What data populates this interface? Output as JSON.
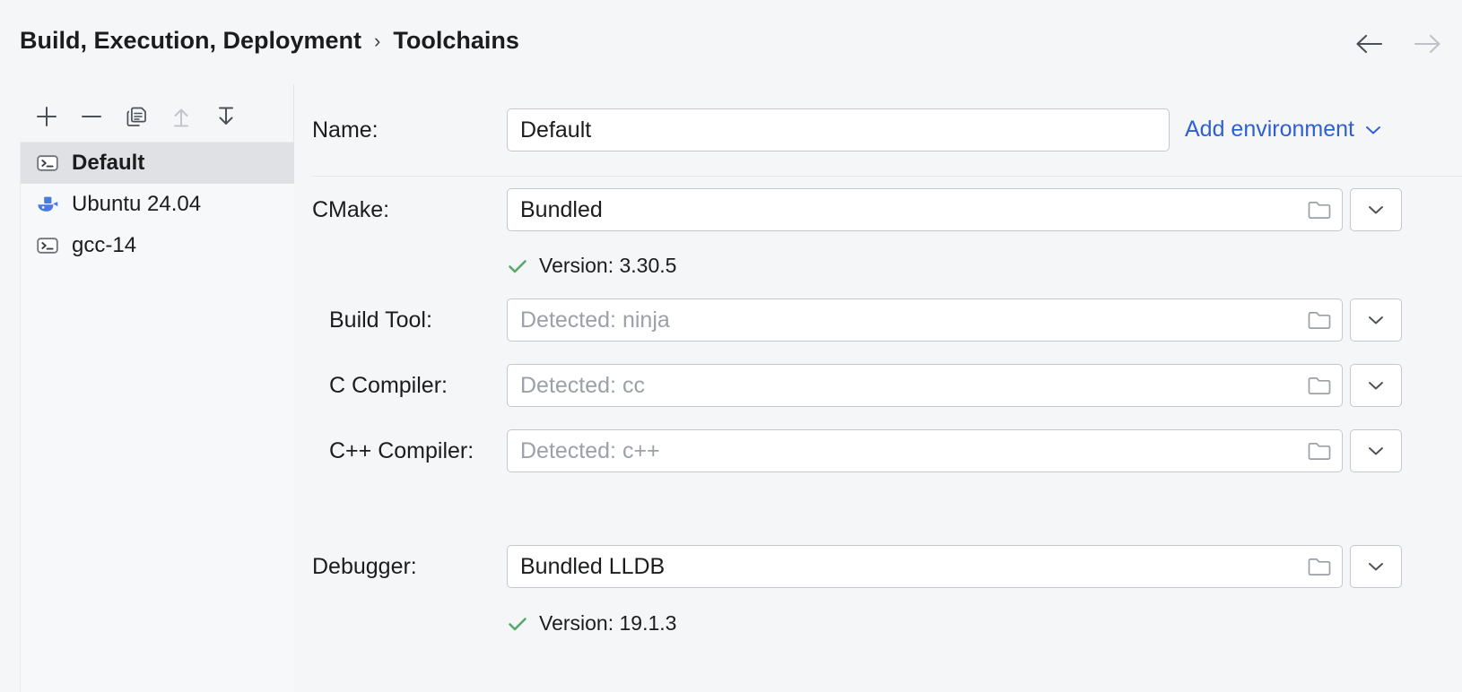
{
  "header": {
    "breadcrumb": {
      "parent": "Build, Execution, Deployment",
      "separator": "›",
      "current": "Toolchains"
    },
    "nav": {
      "back_icon": "arrow-left-icon",
      "forward_icon": "arrow-right-icon"
    }
  },
  "sidebar": {
    "toolbar": [
      {
        "name": "add-toolchain-button",
        "icon": "plus-icon",
        "enabled": true
      },
      {
        "name": "remove-toolchain-button",
        "icon": "minus-icon",
        "enabled": true
      },
      {
        "name": "copy-toolchain-button",
        "icon": "copy-icon",
        "enabled": true
      },
      {
        "name": "move-up-button",
        "icon": "arrow-up-to-line-icon",
        "enabled": false
      },
      {
        "name": "move-down-button",
        "icon": "arrow-down-to-line-icon",
        "enabled": true
      }
    ],
    "items": [
      {
        "label": "Default",
        "icon": "terminal-icon",
        "selected": true
      },
      {
        "label": "Ubuntu 24.04",
        "icon": "docker-icon",
        "selected": false
      },
      {
        "label": "gcc-14",
        "icon": "terminal-icon",
        "selected": false
      }
    ]
  },
  "main": {
    "name_row": {
      "label": "Name:",
      "value": "Default",
      "add_environment": {
        "label": "Add environment",
        "icon": "chevron-down-icon"
      }
    },
    "cmake_row": {
      "label": "CMake:",
      "value": "Bundled",
      "browse_icon": "folder-icon",
      "dropdown_icon": "chevron-down-icon",
      "status": {
        "icon": "check-icon",
        "text": "Version: 3.30.5",
        "color": "#59a869"
      }
    },
    "build_tool_row": {
      "label": "Build Tool:",
      "placeholder": "Detected: ninja",
      "browse_icon": "folder-icon",
      "dropdown_icon": "chevron-down-icon"
    },
    "c_compiler_row": {
      "label": "C Compiler:",
      "placeholder": "Detected: cc",
      "browse_icon": "folder-icon",
      "dropdown_icon": "chevron-down-icon"
    },
    "cxx_compiler_row": {
      "label": "C++ Compiler:",
      "placeholder": "Detected: c++",
      "browse_icon": "folder-icon",
      "dropdown_icon": "chevron-down-icon"
    },
    "debugger_row": {
      "label": "Debugger:",
      "value": "Bundled LLDB",
      "browse_icon": "folder-icon",
      "dropdown_icon": "chevron-down-icon",
      "status": {
        "icon": "check-icon",
        "text": "Version: 19.1.3",
        "color": "#59a869"
      }
    }
  },
  "colors": {
    "background": "#f5f6f8",
    "selection": "#dfe1e5",
    "link": "#2f5fd0",
    "success": "#59a869",
    "field_border": "#c4c7ce",
    "docker_blue": "#4a79e0"
  }
}
